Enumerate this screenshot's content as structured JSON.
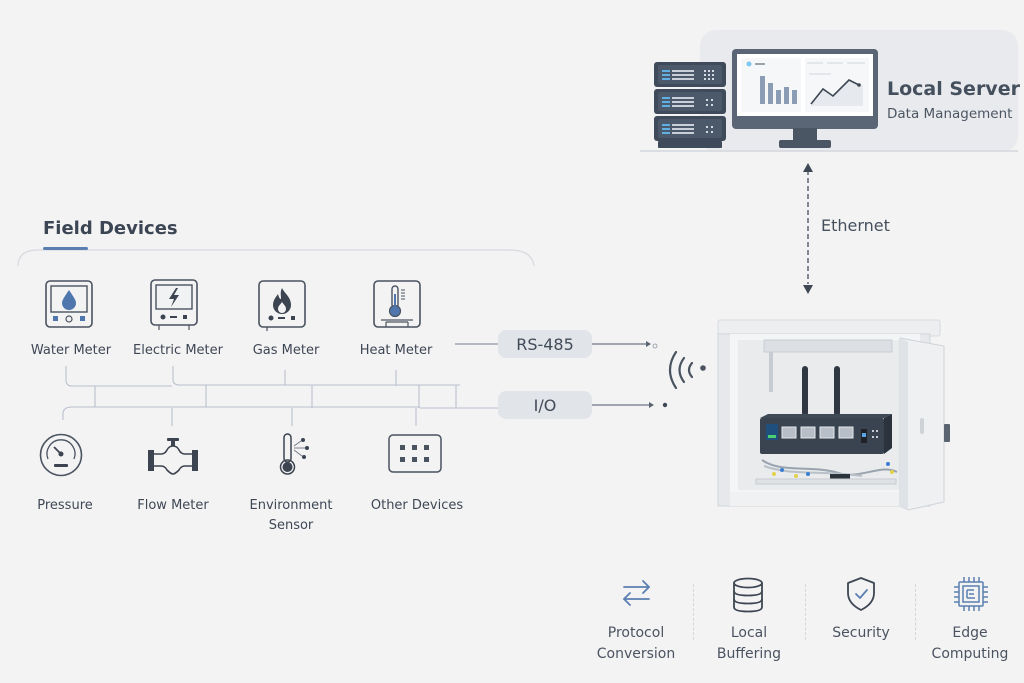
{
  "server": {
    "title": "Local Server",
    "subtitle": "Data Management",
    "icons": [
      "server-rack-icon",
      "monitor-dashboard-icon"
    ]
  },
  "link": {
    "ethernet_label": "Ethernet"
  },
  "field_devices": {
    "title": "Field Devices",
    "row1": [
      {
        "label": "Water Meter",
        "icon": "water-meter-icon"
      },
      {
        "label": "Electric Meter",
        "icon": "electric-meter-icon"
      },
      {
        "label": "Gas Meter",
        "icon": "gas-meter-icon"
      },
      {
        "label": "Heat Meter",
        "icon": "heat-meter-icon"
      }
    ],
    "row2": [
      {
        "label": "Pressure",
        "icon": "pressure-gauge-icon"
      },
      {
        "label": "Flow Meter",
        "icon": "flow-valve-icon"
      },
      {
        "label": "Environment Sensor",
        "label_lines": [
          "Environment",
          "Sensor"
        ],
        "icon": "environment-sensor-icon"
      },
      {
        "label": "Other Devices",
        "icon": "other-devices-icon"
      }
    ]
  },
  "protocols": [
    {
      "label": "RS-485"
    },
    {
      "label": "I/O"
    }
  ],
  "gateway": {
    "name": "edge-gateway-cabinet",
    "icon": "wireless-signal-icon"
  },
  "features": [
    {
      "label_lines": [
        "Protocol",
        "Conversion"
      ],
      "icon": "swap-arrows-icon"
    },
    {
      "label_lines": [
        "Local",
        "Buffering"
      ],
      "icon": "database-icon"
    },
    {
      "label_lines": [
        "Security"
      ],
      "icon": "shield-check-icon"
    },
    {
      "label_lines": [
        "Edge",
        "Computing"
      ],
      "icon": "cpu-chip-icon"
    }
  ],
  "colors": {
    "background": "#f4f3f4",
    "accent_blue": "#5b7fb0",
    "icon_dark": "#3e4754",
    "pill_bg": "#e1e4e9"
  }
}
